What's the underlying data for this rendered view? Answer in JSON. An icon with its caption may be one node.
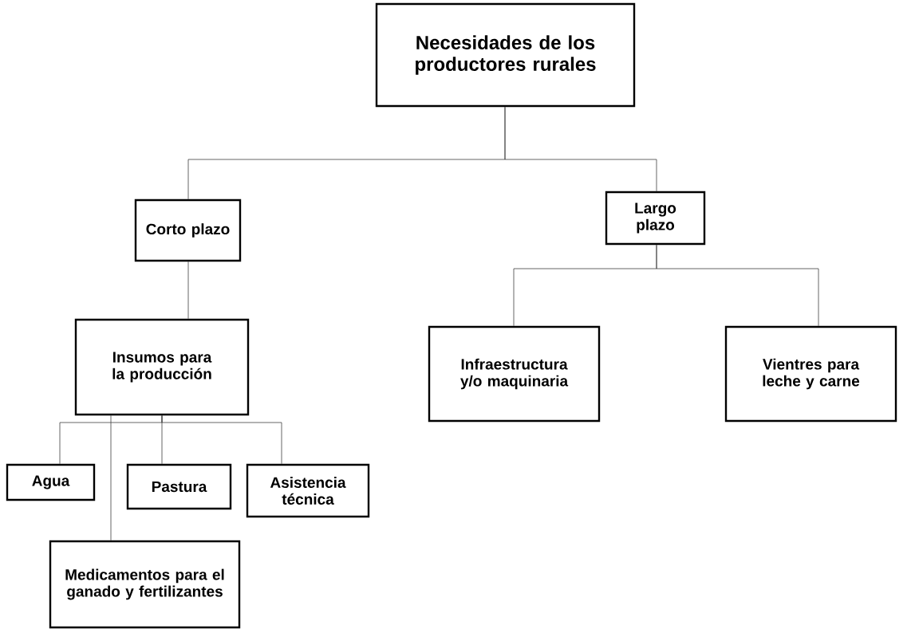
{
  "diagram": {
    "nodes": [
      {
        "text": [
          "Necesidades de los productores rurales"
        ]
      },
      {
        "text": [
          "Corto plazo"
        ]
      },
      {
        "text": [
          "Largo plazo"
        ]
      },
      {
        "text": [
          "Insumos para la producción"
        ]
      },
      {
        "text": [
          "Infraestructura y/o maquinaria"
        ]
      },
      {
        "text": [
          "Vientres para leche y carne"
        ]
      },
      {
        "text": [
          "Agua"
        ]
      },
      {
        "text": [
          "Pastura"
        ]
      },
      {
        "text": [
          "Asistencia técnica"
        ]
      },
      {
        "text": [
          "Medicamentos para el ganado y fertilizantes"
        ]
      }
    ],
    "edges": [
      {
        "from": 0,
        "to": 1,
        "arrow": "none"
      },
      {
        "from": 0,
        "to": 2,
        "arrow": "none"
      },
      {
        "from": 1,
        "to": 3,
        "arrow": "none"
      },
      {
        "from": 2,
        "to": 4,
        "arrow": "none"
      },
      {
        "from": 2,
        "to": 5,
        "arrow": "none"
      },
      {
        "from": 3,
        "to": 6,
        "arrow": "none"
      },
      {
        "from": 3,
        "to": 7,
        "arrow": "none"
      },
      {
        "from": 3,
        "to": 8,
        "arrow": "none"
      },
      {
        "from": 3,
        "to": 9,
        "arrow": "none"
      }
    ]
  }
}
